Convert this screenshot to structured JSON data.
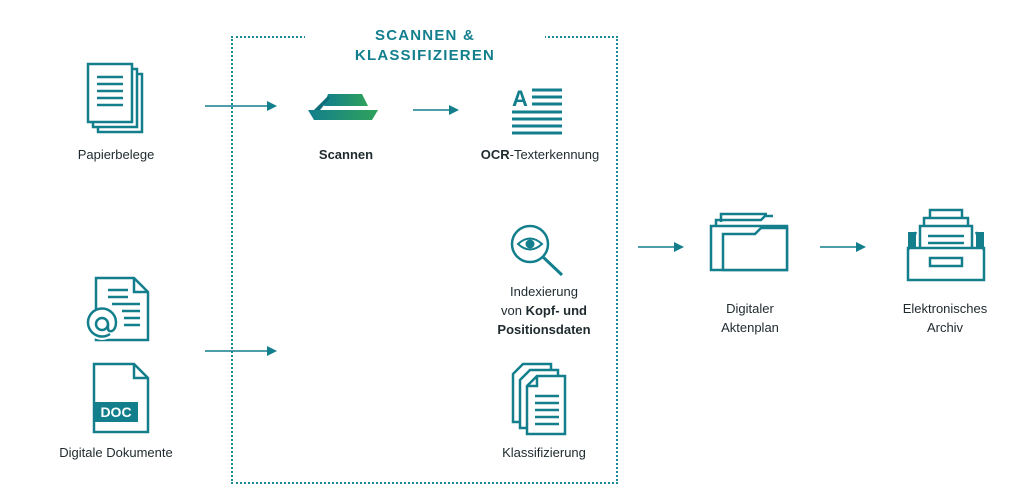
{
  "section_title": "SCANNEN & KLASSIFIZIEREN",
  "nodes": {
    "papierbelege": "Papierbelege",
    "digitale_dokumente": "Digitale Dokumente",
    "doc_badge": "DOC",
    "ocr_glyph": "A",
    "scannen": "Scannen",
    "ocr_bold": "OCR",
    "ocr_rest": "-Texterkennung",
    "index_line1": "Indexierung",
    "index_line2_prefix": "von ",
    "index_line2_bold": "Kopf- und",
    "index_line3": "Positionsdaten",
    "klassifizierung": "Klassifizierung",
    "aktenplan_line1": "Digitaler",
    "aktenplan_line2": "Aktenplan",
    "archiv_line1": "Elektronisches",
    "archiv_line2": "Archiv"
  },
  "colors": {
    "primary": "#137f8d",
    "primary_dark": "#0f6e7a",
    "accent_green": "#2fa25a",
    "text": "#1e2a2e"
  }
}
